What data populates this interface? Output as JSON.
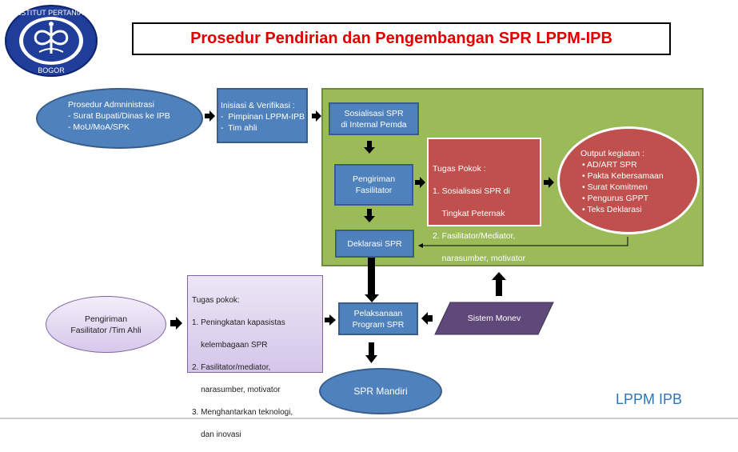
{
  "logo": {
    "text_top": "INSTITUT PERTANIAN",
    "text_bottom": "BOGOR"
  },
  "title": "Prosedur Pendirian dan Pengembangan SPR LPPM-IPB",
  "admin": {
    "title": "Prosedur Admninistrasi",
    "items": [
      "-  Surat Bupati/Dinas ke IPB",
      "-  MoU/MoA/SPK"
    ]
  },
  "inisiasi": {
    "title": "Inisiasi & Verifikasi :",
    "items": [
      "-  Pimpinan LPPM-IPB",
      "-  Tim ahli"
    ]
  },
  "sosialisasi": [
    "Sosialisasi SPR",
    "di Internal Pemda"
  ],
  "pengiriman": [
    "Pengiriman",
    "Fasilitator"
  ],
  "deklarasi": "Deklarasi SPR",
  "tugas_pokok": {
    "title": "Tugas Pokok :",
    "items": [
      "1. Sosialisasi SPR di",
      "    Tingkat Peternak",
      "2. Fasilitator/Mediator,",
      "    narasumber, motivator"
    ]
  },
  "output": {
    "title": "Output kegiatan :",
    "items": [
      "AD/ART SPR",
      "Pakta Kebersamaan",
      "Surat Komitmen",
      "Pengurus GPPT",
      "Teks Deklarasi"
    ]
  },
  "pengiriman_tim": [
    "Pengiriman",
    "Fasilitator /Tim Ahli"
  ],
  "tugas_pokok2": {
    "title": "Tugas pokok:",
    "items": [
      "1. Peningkatan kapasistas",
      "    kelembagaan SPR",
      "2. Fasilitator/mediator,",
      "    narasumber, motivator",
      "3. Menghantarkan teknologi,",
      "    dan inovasi"
    ]
  },
  "pelaksanaan": [
    "Pelaksanaan",
    "Program SPR"
  ],
  "monev": "Sistem Monev",
  "mandiri": "SPR Mandiri",
  "footer": "LPPM IPB",
  "colors": {
    "blue": "#4f81bd",
    "green": "#9bbb59",
    "red": "#c0504d",
    "purple": "#5f497a",
    "lilac": "#e4dcf0",
    "title_red": "#e00000"
  }
}
